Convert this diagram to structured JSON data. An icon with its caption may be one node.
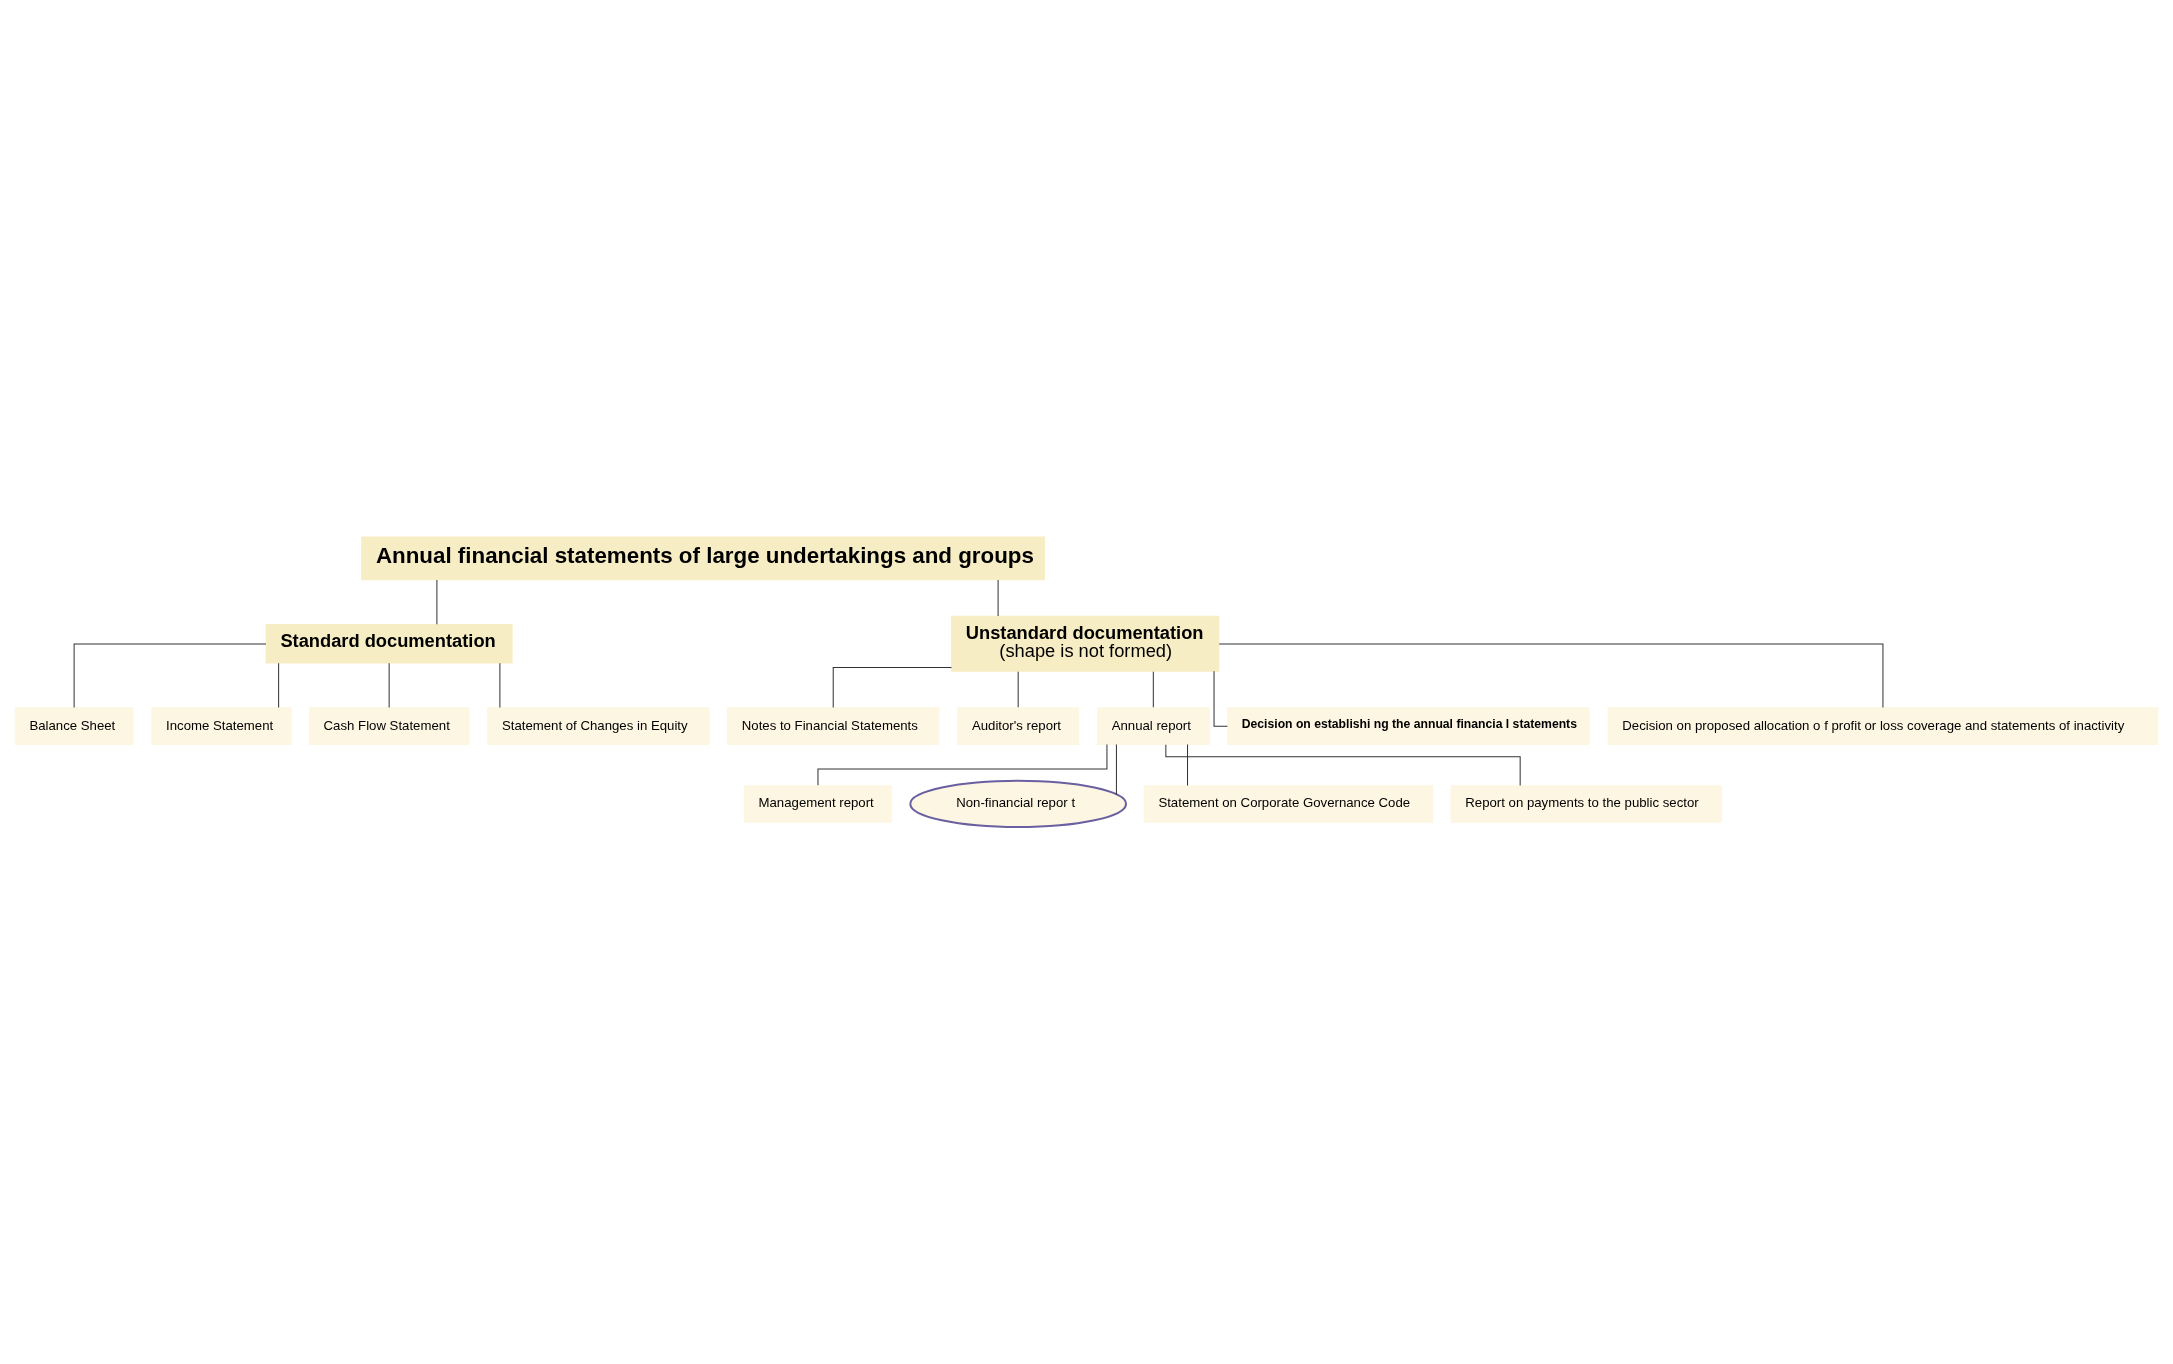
{
  "diagram": {
    "nodes": [
      {
        "text": [
          "Annual financial statements of large undertakings and groups"
        ]
      },
      {
        "text": [
          "Standard documentation"
        ]
      },
      {
        "text": [
          "Unstandard documentation",
          "(shape is not formed)"
        ]
      },
      {
        "text": [
          "Balance Sheet"
        ]
      },
      {
        "text": [
          "Income Statement"
        ]
      },
      {
        "text": [
          "Cash Flow Statement"
        ]
      },
      {
        "text": [
          "Statement of Changes in Equity"
        ]
      },
      {
        "text": [
          "Notes to Financial Statements"
        ]
      },
      {
        "text": [
          "Auditor's report"
        ]
      },
      {
        "text": [
          "Annual report"
        ]
      },
      {
        "text": [
          "Decision on establishi ng the annual financia l statements"
        ]
      },
      {
        "text": [
          "Decision on proposed allocation o f profit or loss coverage and statements of inactivity"
        ]
      },
      {
        "text": [
          "Management report"
        ]
      },
      {
        "text": [
          "Non-financial repor t"
        ]
      },
      {
        "text": [
          "Statement on Corporate Governance Code"
        ]
      },
      {
        "text": [
          "Report on payments to the public sector"
        ]
      }
    ],
    "edges": [
      {
        "from": 0,
        "to": 1,
        "arrow": "none"
      },
      {
        "from": 0,
        "to": 2,
        "arrow": "none"
      },
      {
        "from": 1,
        "to": 3,
        "arrow": "none"
      },
      {
        "from": 1,
        "to": 4,
        "arrow": "none"
      },
      {
        "from": 1,
        "to": 5,
        "arrow": "none"
      },
      {
        "from": 1,
        "to": 6,
        "arrow": "none"
      },
      {
        "from": 2,
        "to": 7,
        "arrow": "none"
      },
      {
        "from": 2,
        "to": 8,
        "arrow": "none"
      },
      {
        "from": 2,
        "to": 9,
        "arrow": "none"
      },
      {
        "from": 2,
        "to": 10,
        "arrow": "none"
      },
      {
        "from": 2,
        "to": 11,
        "arrow": "none"
      },
      {
        "from": 9,
        "to": 12,
        "arrow": "none"
      },
      {
        "from": 9,
        "to": 13,
        "arrow": "none"
      },
      {
        "from": 9,
        "to": 14,
        "arrow": "none"
      },
      {
        "from": 9,
        "to": 15,
        "arrow": "none"
      }
    ]
  }
}
